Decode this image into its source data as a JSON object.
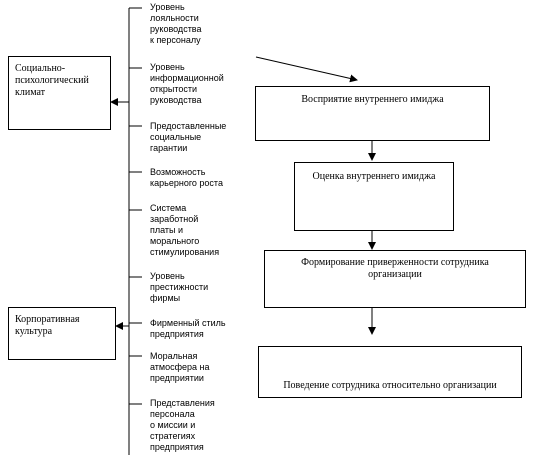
{
  "left_boxes": {
    "climate": "Социально-\nпсихологический\nклимат",
    "culture": "Корпоративная\n культура"
  },
  "factors": [
    "Уровень\nлояльности\nруководства\nк персоналу",
    "Уровень\nинформационной\nоткрытости\nруководства",
    "Предоставленные\nсоциальные\n гарантии",
    "Возможность\nкарьерного роста",
    "Система\nзаработной\nплаты и\nморального\nстимулирования",
    "Уровень\nпрестижности\nфирмы",
    "Фирменный стиль\nпредприятия",
    "Моральная\nатмосфера на\nпредприятии",
    "Представления\nперсонала\nо миссии и\nстратегиях\n предприятия"
  ],
  "flow": {
    "perception": "Восприятие внутреннего имиджа",
    "evaluation": "Оценка внутреннего имиджа",
    "commitment": "Формирование приверженности сотрудника организации",
    "behavior": "Поведение сотрудника относительно организации"
  }
}
